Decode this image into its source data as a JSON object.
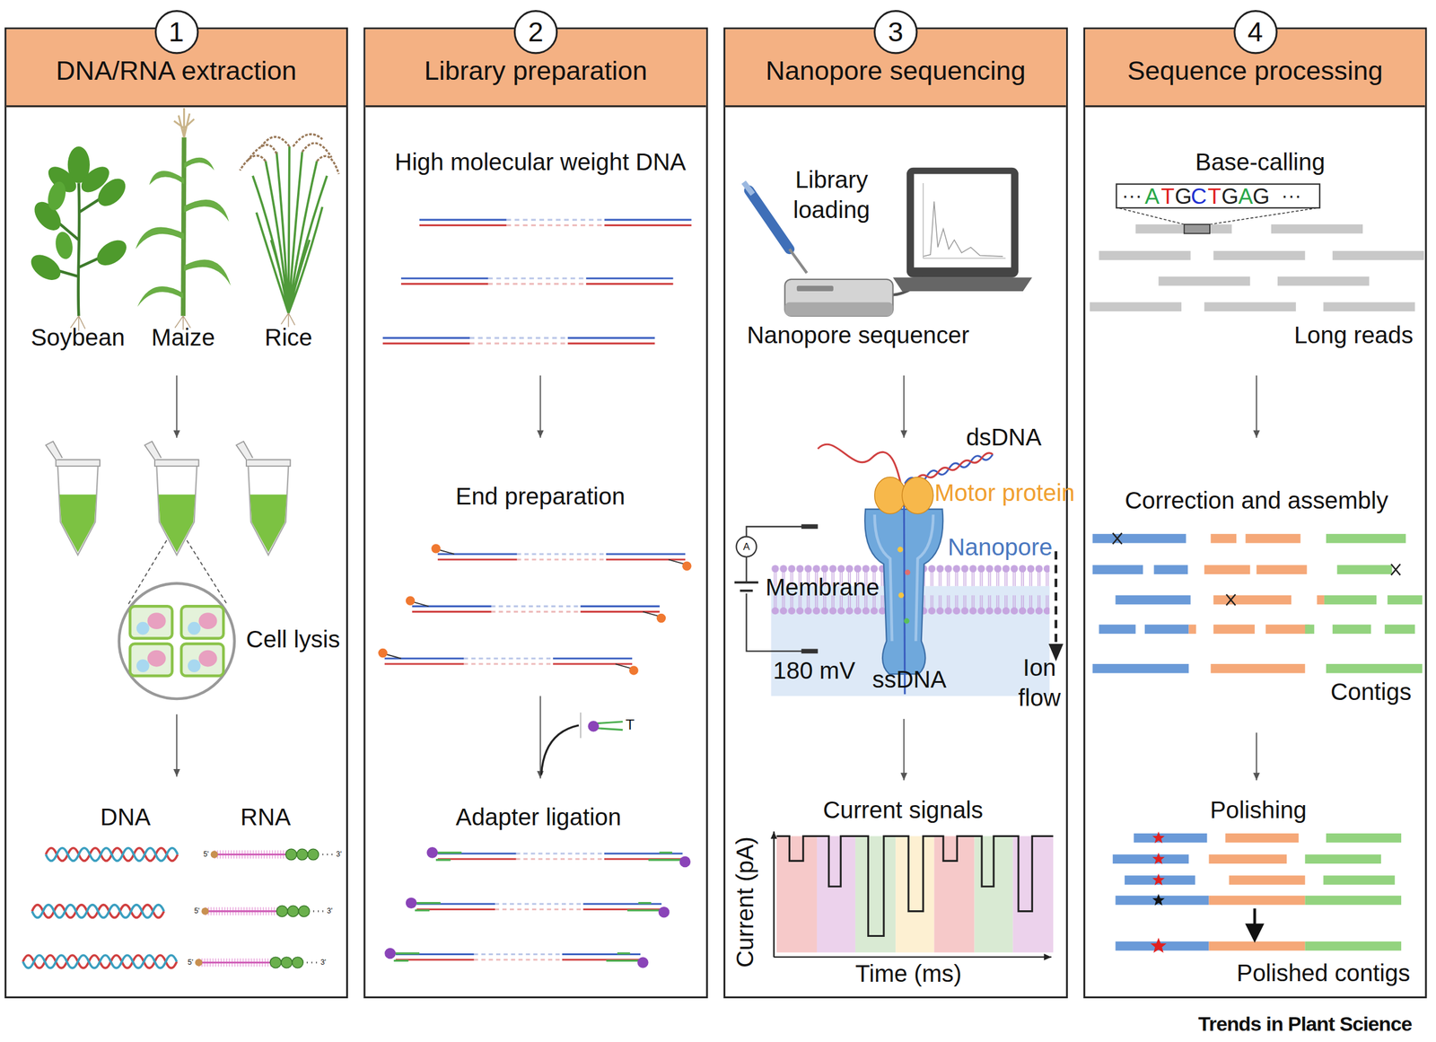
{
  "diagram": {
    "nodes": [
      {
        "text": [
          "DNA/RNA extraction"
        ]
      },
      {
        "text": [
          "1"
        ],
        "in": 0
      },
      {
        "text": [
          "Library preparation"
        ]
      },
      {
        "text": [
          "2"
        ],
        "in": 2
      },
      {
        "text": [
          "Nanopore sequencing"
        ]
      },
      {
        "text": [
          "3"
        ],
        "in": 4
      },
      {
        "text": [
          "Sequence processing"
        ]
      },
      {
        "text": [
          "4"
        ],
        "in": 6
      }
    ],
    "labels": [
      "Soybean",
      "Maize",
      "Rice",
      "Cell lysis",
      "DNA",
      "RNA",
      "5'",
      "3'",
      "5'",
      "3'",
      "5'",
      "3'",
      "High molecular weight DNA",
      "End preparation",
      "T",
      "Adapter ligation",
      "Library loading",
      "Nanopore sequencer",
      "dsDNA",
      "Motor protein",
      "Nanopore",
      "Membrane",
      "A",
      "180 mV",
      "ssDNA",
      "Ion flow",
      "Current signals",
      "Current (pA)",
      "Time (ms)",
      "Base-calling",
      "···",
      "A",
      "T",
      "G",
      "C",
      "T",
      "G",
      "A",
      "G",
      "···",
      "Long reads",
      "Correction and assembly",
      "Contigs",
      "Polishing",
      "Polished contigs",
      "Trends in Plant Science"
    ]
  }
}
